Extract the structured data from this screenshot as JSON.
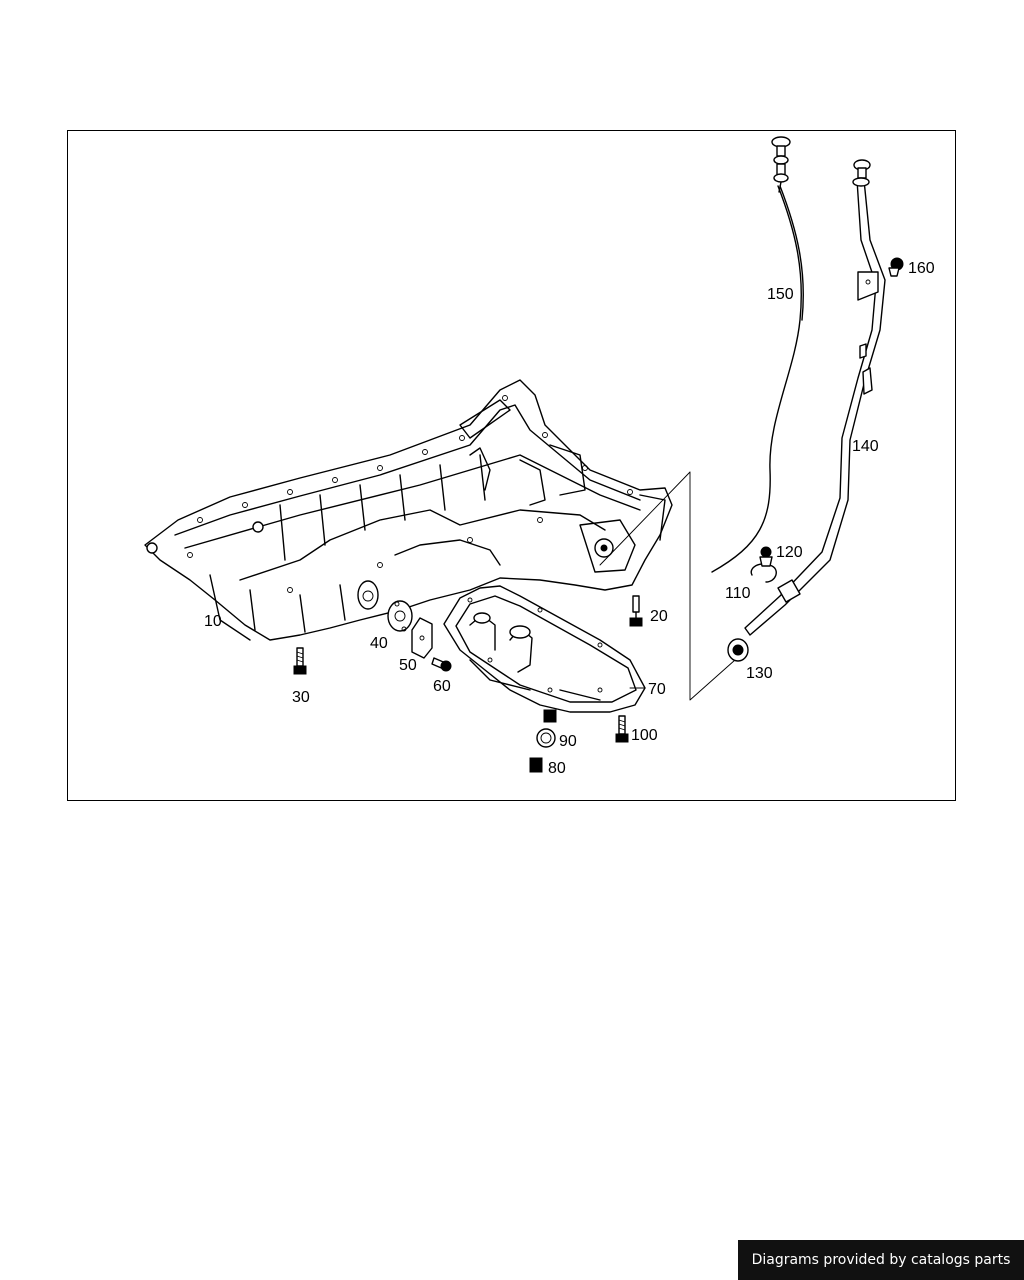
{
  "labels": {
    "l10": "10",
    "l20": "20",
    "l30": "30",
    "l40": "40",
    "l50": "50",
    "l60": "60",
    "l70": "70",
    "l80": "80",
    "l90": "90",
    "l100": "100",
    "l110": "110",
    "l120": "120",
    "l130": "130",
    "l140": "140",
    "l150": "150",
    "l160": "160"
  },
  "credit": "Diagrams provided by catalogs parts"
}
